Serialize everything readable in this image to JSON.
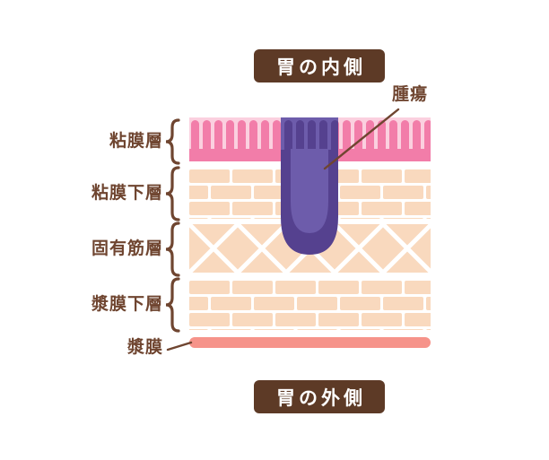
{
  "titles": {
    "top": "胃の内側",
    "bottom": "胃の外側"
  },
  "annotations": {
    "tumor": "腫瘍"
  },
  "layer_labels": [
    {
      "label": "粘膜層"
    },
    {
      "label": "粘膜下層"
    },
    {
      "label": "固有筋層"
    },
    {
      "label": "漿膜下層"
    },
    {
      "label": "漿膜"
    }
  ],
  "colors": {
    "title_bg": "#5d3a26",
    "title_text": "#ffffff",
    "label_text": "#6f4530",
    "mucosa_pink": "#f27da9",
    "mucosa_bg_pink": "#fbd0df",
    "brick_peach": "#f9d9be",
    "serosa_salmon": "#f6938a",
    "tumor_dark_purple": "#55418f",
    "tumor_light_purple": "#6d5cab"
  }
}
